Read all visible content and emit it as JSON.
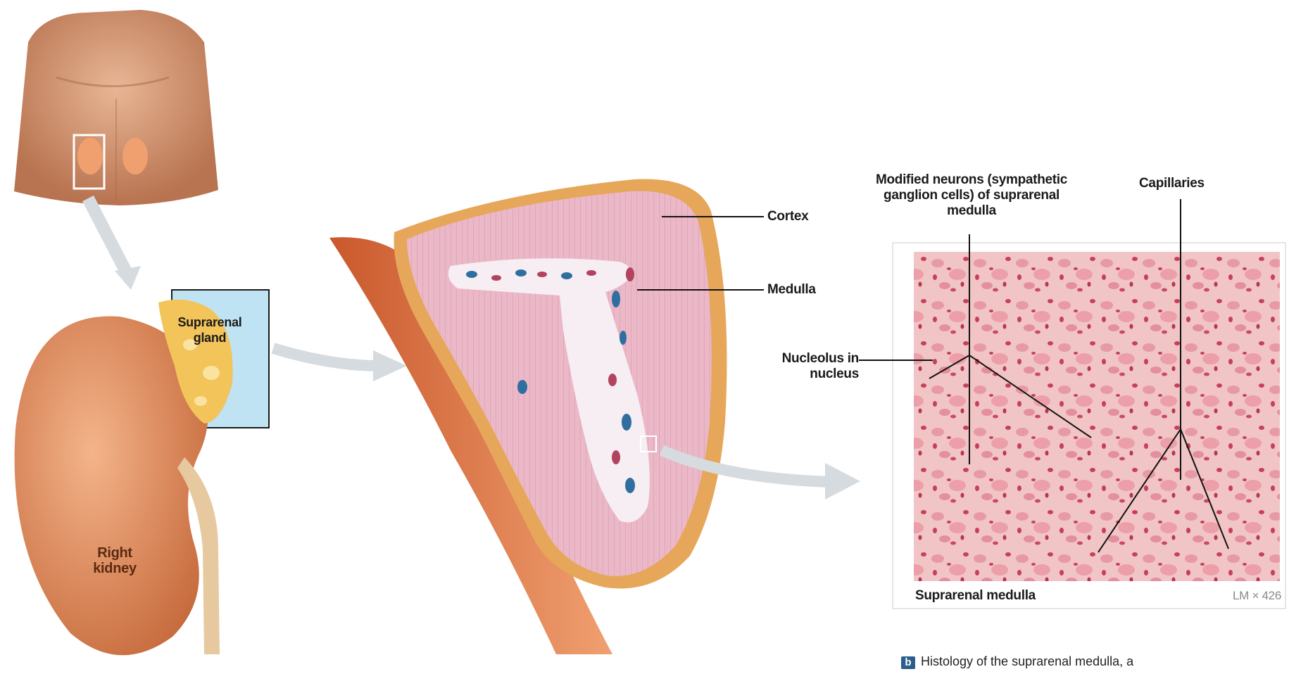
{
  "labels": {
    "suprarenal_gland": "Suprarenal gland",
    "right_kidney": "Right kidney",
    "cortex": "Cortex",
    "medulla": "Medulla",
    "nucleolus": "Nucleolus in nucleus",
    "modified_neurons": "Modified neurons (sympathetic ganglion cells) of suprarenal medulla",
    "capillaries": "Capillaries"
  },
  "micrograph": {
    "title": "Suprarenal medulla",
    "magnification": "LM × 426"
  },
  "caption": {
    "badge": "b",
    "text": "Histology of the suprarenal medulla, a"
  },
  "colors": {
    "skin": "#d9a07a",
    "kidney": "#e08f62",
    "gland": "#f2c45a",
    "cortex": "#e8b3c4",
    "medulla": "#f6eef2",
    "micro_bg": "#f2c3c8",
    "highlight_box": "#bfe3f3"
  }
}
